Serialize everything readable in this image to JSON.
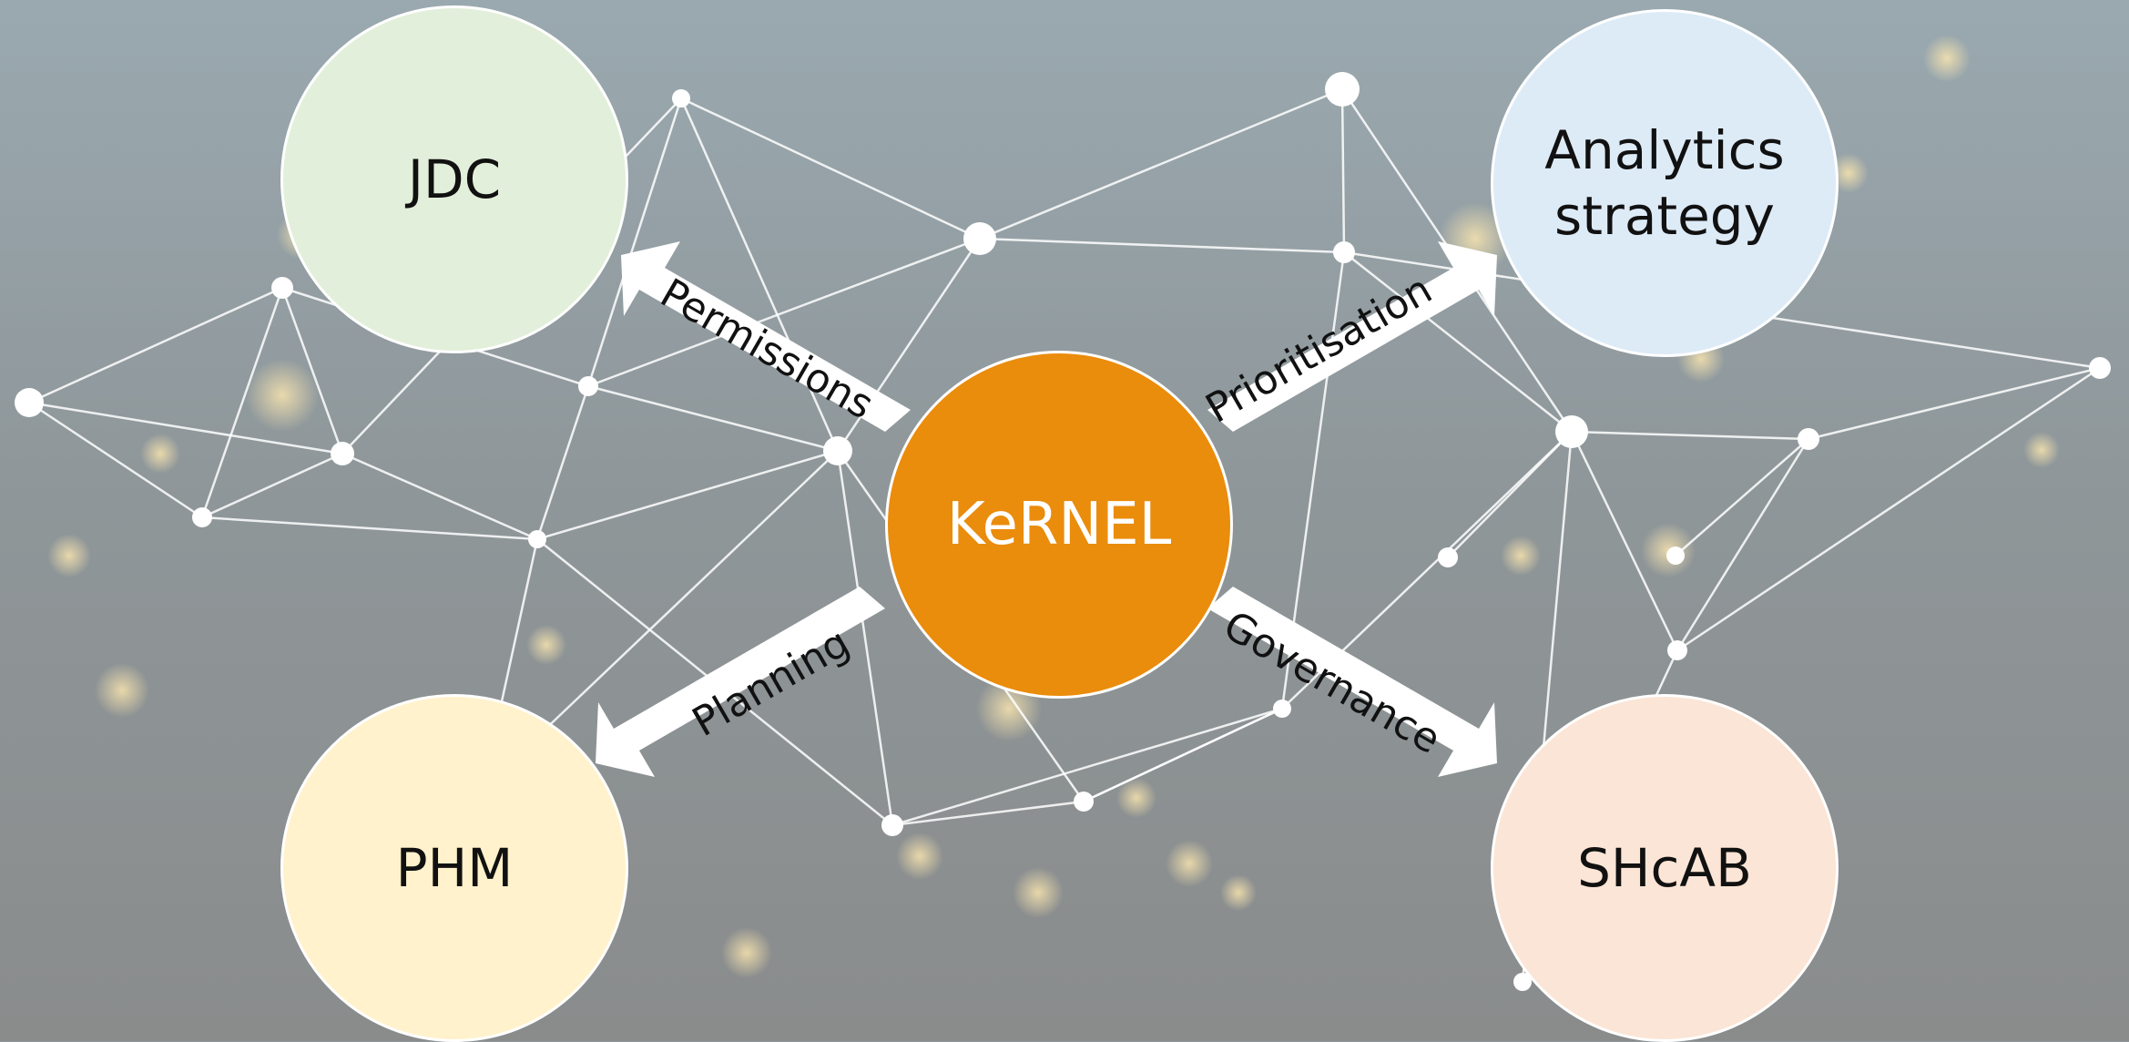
{
  "nodes": {
    "center": "KeRNEL",
    "top_left": "JDC",
    "top_right": "Analytics\nstrategy",
    "bottom_left": "PHM",
    "bottom_right": "SHcAB"
  },
  "arrows": {
    "top_left": "Permissions",
    "top_right": "Prioritisation",
    "bottom_left": "Planning",
    "bottom_right": "Governance"
  },
  "colors": {
    "center": "#ea8c0c",
    "top_left": "#e2efda",
    "top_right": "#ddebf7",
    "bottom_left": "#fff2cc",
    "bottom_right": "#fbe5d6",
    "arrow": "#ffffff",
    "network": "#ffffff"
  }
}
